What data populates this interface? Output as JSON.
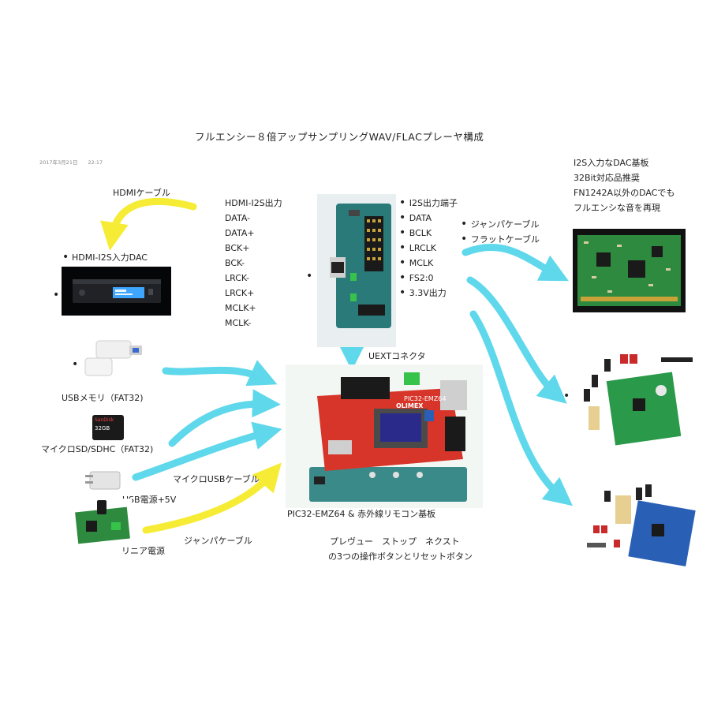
{
  "title": "フルエンシー８倍アップサンプリングWAV/FLACプレーヤ構成",
  "timestamp": "2017年3月21日　　22:17",
  "hdmi_cable": "HDMIケーブル",
  "hdmi_dac": "HDMI-I2S入力DAC",
  "hdmi_i2s_output": {
    "heading": "HDMI-I2S出力",
    "signals": [
      "DATA-",
      "DATA+",
      "BCK+",
      "BCK-",
      "LRCK-",
      "LRCK+",
      "MCLK+",
      "MCLK-"
    ]
  },
  "i2s_output_terminal": {
    "heading": "I2S出力端子",
    "signals": [
      "DATA",
      "BCLK",
      "LRCLK",
      "MCLK",
      "FS2:0",
      "3.3V出力"
    ]
  },
  "cables": [
    "ジャンパケーブル",
    "フラットケーブル"
  ],
  "dac_board": {
    "lines": [
      "I2S入力なDAC基板",
      "32Bit対応品推奨",
      "FN1242A以外のDACでも",
      "フルエンシな音を再現"
    ]
  },
  "uext": "UEXTコネクタ",
  "usb_memory": "USBメモリ（FAT32)",
  "sd_card": "マイクロSD/SDHC（FAT32)",
  "sd_brand": "SanDisk",
  "sd_size": "32GB",
  "micro_usb_cable": "マイクロUSBケーブル",
  "usb_power": "USB電源+5V",
  "linear_power": "リニア電源",
  "jumper_cable": "ジャンパケーブル",
  "main_board": "PIC32-EMZ64 & 赤外線リモコン基板",
  "buttons_line1": "プレヴュー　ストップ　ネクスト",
  "buttons_line2": "の3つの操作ボタンとリセットボタン",
  "olimex_logo": "OLIMEX",
  "board_model": "PIC32-EMZ64",
  "colors": {
    "cyan": "#5fd8ec",
    "yellow": "#f6ec36",
    "pcb_green": "#2a7a5a",
    "pcb_red": "#d8352a"
  }
}
